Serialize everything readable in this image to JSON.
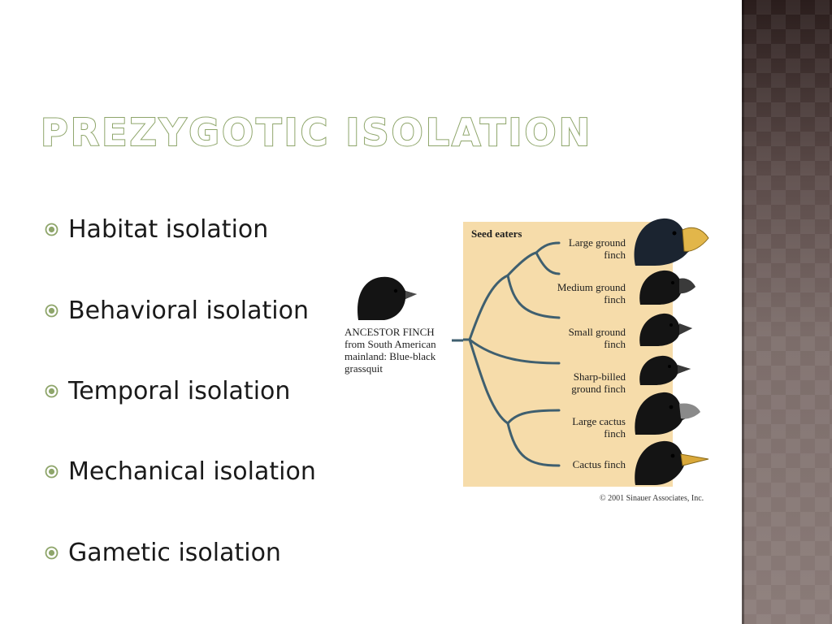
{
  "slide": {
    "title": "PREZYGOTIC ISOLATION",
    "bullets": [
      "Habitat isolation",
      "Behavioral isolation",
      "Temporal isolation",
      "Mechanical isolation",
      "Gametic isolation"
    ],
    "colors": {
      "title_outline": "#8ea56a",
      "bullet_icon": "#8ea56a",
      "diagram_background": "#f6dcaa",
      "branch": "#3f5f6f"
    }
  },
  "diagram": {
    "heading": "Seed eaters",
    "ancestor": {
      "line1": "ANCESTOR FINCH",
      "line2": "from  South American",
      "line3": "mainland: Blue-black",
      "line4": "grassquit"
    },
    "species": [
      {
        "line1": "Large ground",
        "line2": "finch"
      },
      {
        "line1": "Medium ground",
        "line2": "finch"
      },
      {
        "line1": "Small ground",
        "line2": "finch"
      },
      {
        "line1": "Sharp-billed",
        "line2": "ground finch"
      },
      {
        "line1": "Large cactus",
        "line2": "finch"
      },
      {
        "line1": "Cactus finch",
        "line2": ""
      }
    ],
    "copyright": "© 2001 Sinauer Associates, Inc."
  }
}
